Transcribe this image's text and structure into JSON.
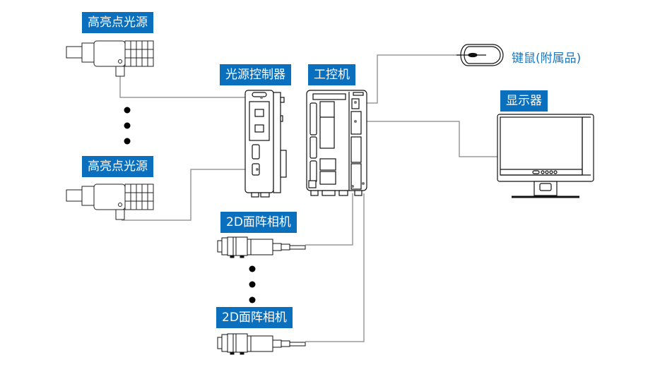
{
  "diagram": {
    "title": "",
    "colors": {
      "label_bg": "#0a6fbd",
      "label_text": "#ffffff",
      "accessory_text": "#1a78c2",
      "connector_line": "#999999",
      "device_outline": "#000000"
    },
    "nodes": {
      "light_source_1": {
        "label": "高亮点光源",
        "icon": "spot-light-icon"
      },
      "light_source_2": {
        "label": "高亮点光源",
        "icon": "spot-light-icon"
      },
      "light_controller": {
        "label": "光源控制器",
        "icon": "light-controller-icon"
      },
      "ipc": {
        "label": "工控机",
        "icon": "industrial-pc-icon"
      },
      "mouse": {
        "label": "键鼠(附属品)",
        "icon": "mouse-icon"
      },
      "monitor": {
        "label": "显示器",
        "icon": "monitor-icon"
      },
      "camera_1": {
        "label": "2D面阵相机",
        "icon": "area-camera-icon"
      },
      "camera_2": {
        "label": "2D面阵相机",
        "icon": "area-camera-icon"
      }
    },
    "ellipsis": {
      "light_sources": "⋮",
      "cameras": "⋮"
    },
    "edges": [
      {
        "from": "light_source_1",
        "to": "light_controller"
      },
      {
        "from": "light_source_2",
        "to": "light_controller"
      },
      {
        "from": "mouse",
        "to": "ipc"
      },
      {
        "from": "monitor",
        "to": "ipc"
      },
      {
        "from": "camera_1",
        "to": "ipc"
      },
      {
        "from": "camera_2",
        "to": "ipc"
      }
    ]
  }
}
